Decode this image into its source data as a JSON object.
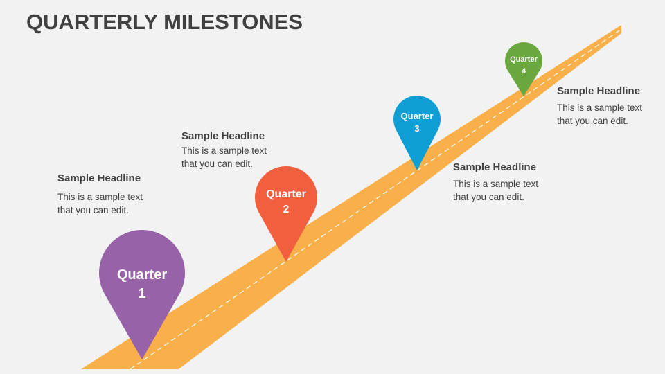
{
  "title": "QUARTERLY MILESTONES",
  "colors": {
    "road": "#f9b04b",
    "q1": "#9762a8",
    "q2": "#f15f3e",
    "q3": "#109fd4",
    "q4": "#6aa83f"
  },
  "milestones": [
    {
      "label": "Quarter",
      "num": "1",
      "headline": "Sample Headline",
      "text": "This is a sample text that you can edit."
    },
    {
      "label": "Quarter",
      "num": "2",
      "headline": "Sample Headline",
      "text": "This is a sample text that you can edit."
    },
    {
      "label": "Quarter",
      "num": "3",
      "headline": "Sample Headline",
      "text": "This is a sample text that you can edit."
    },
    {
      "label": "Quarter",
      "num": "4",
      "headline": "Sample Headline",
      "text": "This is a sample text that you can edit."
    }
  ]
}
